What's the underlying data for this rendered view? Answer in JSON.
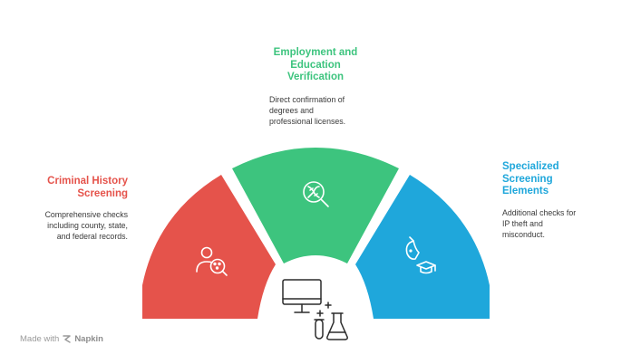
{
  "colors": {
    "criminal": "#E5534B",
    "employment": "#3DC47E",
    "specialized": "#1FA7DB",
    "icon_stroke": "#ffffff",
    "center_icon_stroke": "#2b2b2b"
  },
  "segments": [
    {
      "id": "criminal",
      "title": "Criminal History\nScreening",
      "description": "Comprehensive checks\nincluding county, state,\nand federal records.",
      "icon": "person-search-icon"
    },
    {
      "id": "employment",
      "title": "Employment and\nEducation\nVerification",
      "description": "Direct confirmation of\ndegrees and\nprofessional licenses.",
      "icon": "dna-search-icon"
    },
    {
      "id": "specialized",
      "title": "Specialized\nScreening\nElements",
      "description": "Additional checks for\nIP theft and\nmisconduct.",
      "icon": "dog-graduation-icon"
    }
  ],
  "center_icon": "computer-lab-icon",
  "footer": {
    "prefix": "Made with",
    "brand": "Napkin"
  }
}
